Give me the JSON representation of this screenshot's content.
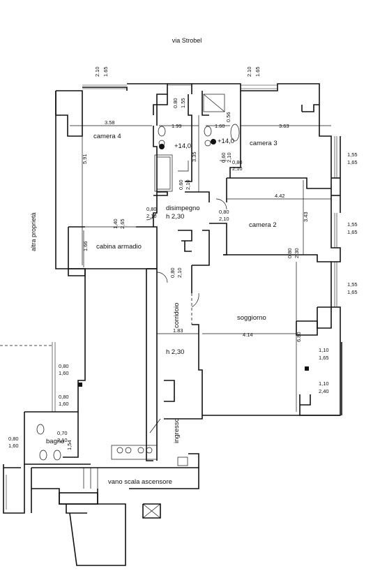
{
  "street": "via Strobel",
  "neighbor": "altra proprietà",
  "rooms": {
    "camera4": "camera 4",
    "camera3": "camera 3",
    "camera2": "camera 2",
    "disimpegno": "disimpegno",
    "disimpegno_h": "h 2,30",
    "cabina": "cabina armadio",
    "corridoio": "corridoio",
    "corridoio_h": "h 2,30",
    "soggiorno": "soggiorno",
    "ingresso": "ingresso",
    "bagno": "bagno",
    "vano_scala": "vano scala ascensore"
  },
  "levels": {
    "bath1": "+14,0",
    "bath2": "+14,0"
  },
  "dims": {
    "d358": "3.58",
    "d199": "1.99",
    "d160": "1.60",
    "d363": "3.63",
    "d591": "5.91",
    "d335": "3.35",
    "d442": "4.42",
    "d343": "3.43",
    "d166": "1.66",
    "d183": "1.83",
    "d414": "4.14",
    "d680": "6.80",
    "d056": "0.56",
    "w210a": "2.10",
    "w165a": "1.65",
    "w080a": "0.80",
    "w155a": "1.55",
    "w210b": "2.10",
    "w165b": "1.65",
    "r155a": "1,55",
    "r165a": "1,65",
    "r155b": "1,55",
    "r165b": "1,65",
    "r155c": "1,55",
    "r165c": "1,65",
    "r110a": "1,10",
    "r165d": "1,65",
    "r110b": "1,10",
    "r240": "2,40",
    "c080a": "0,80",
    "c210a": "2,10",
    "c060a": "0,60",
    "c210b": "2,10",
    "c060b": "0,60",
    "c210c": "2,10",
    "c080b": "0,80",
    "c210d": "2,10",
    "c080c": "0,80",
    "c210e": "2,10",
    "c140": "1,40",
    "c265": "2,65",
    "c080d": "0,80",
    "c230": "2,30",
    "c080e": "0,80",
    "c210f": "2,10",
    "l080a": "0,80",
    "l160a": "1,60",
    "l080b": "0,80",
    "l160b": "1,60",
    "l080c": "0,80",
    "l160c": "1,60",
    "b070": "0,70",
    "b210": "2,10",
    "b154": "1,54"
  }
}
